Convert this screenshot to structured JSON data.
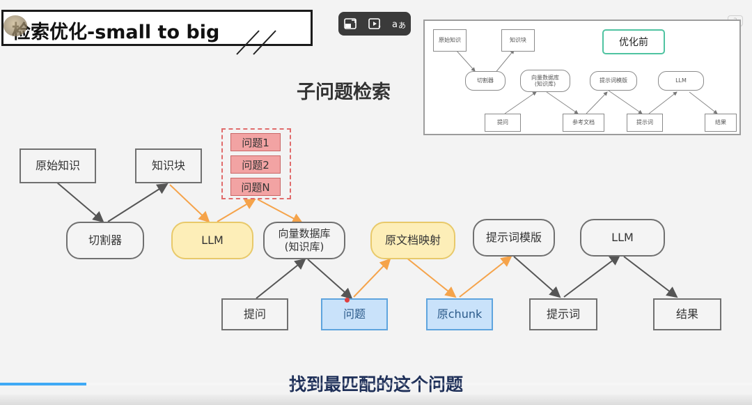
{
  "title": "检索优化-small to big",
  "section_heading": "子问题检索",
  "subtitle": "找到最匹配的这个问题",
  "toolbar": {
    "buttons": [
      {
        "name": "miniplayer-icon"
      },
      {
        "name": "play-with-ai-icon"
      },
      {
        "name": "translate-icon"
      }
    ]
  },
  "corner_badge": "2",
  "thumbnail": {
    "badge": "优化前",
    "nodes": {
      "raw_knowledge": "原始知识",
      "knowledge_chunk": "知识块",
      "splitter": "切割器",
      "vector_db": "向量数据库\n(知识库)",
      "prompt_template": "提示词模版",
      "llm": "LLM",
      "question": "提问",
      "reference_doc": "参考文档",
      "prompt": "提示词",
      "result": "结果"
    }
  },
  "diagram": {
    "nodes": {
      "raw_knowledge": "原始知识",
      "knowledge_chunk": "知识块",
      "splitter": "切割器",
      "llm_yellow": "LLM",
      "vector_db": "向量数据库\n(知识库)",
      "doc_mapping": "原文档映射",
      "prompt_template": "提示词模版",
      "llm": "LLM",
      "question": "提问",
      "matched_question": "问题",
      "original_chunk": "原chunk",
      "prompt": "提示词",
      "result": "结果"
    },
    "sub_questions": [
      "问题1",
      "问题2",
      "问题N"
    ]
  },
  "progress": 0.115,
  "colors": {
    "accent_orange": "#f5a34a",
    "accent_gray": "#555555",
    "yellow_node": "#fdeeb8",
    "blue_node": "#c9e2fa",
    "red_question": "#f2a3a3",
    "subtitle": "#1e2f58",
    "progress": "#3fa9f5"
  }
}
